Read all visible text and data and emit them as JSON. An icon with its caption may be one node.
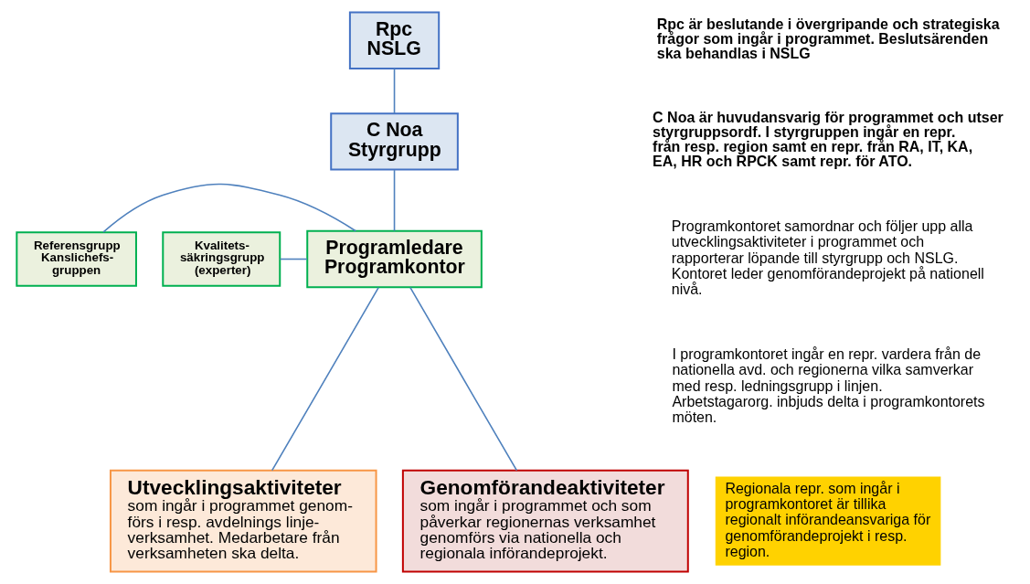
{
  "diagram": {
    "nodes": [
      {
        "text": [
          "Rpc",
          "NSLG"
        ]
      },
      {
        "text": [
          "C Noa",
          "Styrgrupp"
        ]
      },
      {
        "text": [
          "Referensgrupp Kanslichefs- gruppen"
        ]
      },
      {
        "text": [
          "Kvalitets- säkringsgrupp (experter)"
        ]
      },
      {
        "text": [
          "Programledare",
          "Programkontor"
        ]
      },
      {
        "text": [
          "Utvecklingsaktiviteter",
          "som ingår i programmet genom- förs i resp. avdelnings linje- verksamhet. Medarbetare från verksamheten ska delta."
        ]
      },
      {
        "text": [
          "Genomförandeaktiviteter",
          "som ingår i programmet och som påverkar regionernas verksamhet genomförs via nationella och regionala införandeprojekt."
        ]
      }
    ],
    "edges": [
      {
        "from": 0,
        "to": 1,
        "arrow": "none"
      },
      {
        "from": 1,
        "to": 4,
        "arrow": "none"
      },
      {
        "from": 2,
        "to": 4,
        "arrow": "none"
      },
      {
        "from": 3,
        "to": 4,
        "arrow": "none"
      },
      {
        "from": 4,
        "to": 5,
        "arrow": "none"
      },
      {
        "from": 4,
        "to": 6,
        "arrow": "none"
      }
    ],
    "labels": [
      "Rpc är beslutande i övergripande och strategiska frågor som ingår i programmet. Beslutsärenden ska behandlas i NSLG",
      "C Noa är huvudansvarig för programmet och utser styrgruppsordf. I styrgruppen ingår en repr. från resp. region samt en repr. från RA, IT, KA, EA, HR och RPCK samt repr. för ATO.",
      "Programkontoret samordnar och följer upp alla utvecklingsaktiviteter i programmet och rapporterar löpande till styrgrupp och NSLG. Kontoret leder genomförandeprojekt på nationell nivå.",
      "I programkontoret ingår en repr. vardera från de nationella avd. och regionerna vilka samverkar med resp. ledningsgrupp i linjen. Arbetstagarorg. inbjuds delta i programkontorets möten.",
      "Regionala repr. som ingår i programkontoret är tillika regionalt införandeansvariga för genomförandeprojekt i resp. region."
    ]
  }
}
